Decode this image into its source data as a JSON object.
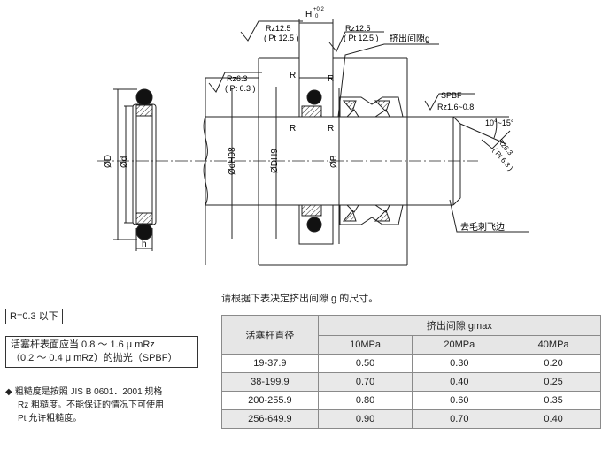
{
  "diagram": {
    "labels": {
      "phi_D": "ØD",
      "phi_d": "Ød",
      "phi_dH98": "ØdH98",
      "phi_DH9": "ØDH9",
      "phi_B": "ØB",
      "h": "h",
      "H": "H",
      "H_tol_upper": "+0.2",
      "H_tol_lower": "0",
      "rz125_a": "Rz12.5",
      "pt125_a": "( Pt 12.5 )",
      "rz125_b": "Rz12.5",
      "pt125_b": "( Pt 12.5 )",
      "rz63_left": "Rz6.3",
      "pt63_left": "( Pt 6.3 )",
      "rz63_right": "Rz6.3",
      "pt63_right": "( Pt 6.3 )",
      "r1": "R",
      "r2": "R",
      "r3": "R",
      "r4": "R",
      "extrusion_gap": "挤出间隙g",
      "spbf": "SPBF",
      "rz_range": "Rz1.6~0.8",
      "angle": "10°~15°",
      "deburr": "去毛刺飞边"
    }
  },
  "r_note": "R=0.3 以下",
  "surface_note": {
    "line1": "活塞杆表面应当 0.8 ～ 1.6 μ mRz",
    "line2": "（0.2 ～ 0.4 μ mRz）的抛光（SPBF）"
  },
  "footnote": {
    "bullet": "◆",
    "line1": "粗糙度是按照 JIS B 0601．2001 规格",
    "line2": "Rz 粗糙度。不能保证的情况下可使用",
    "line3": "Pt 允许粗糙度。"
  },
  "instruction": "请根据下表决定挤出间隙 g 的尺寸。",
  "table": {
    "col0_header": "活塞杆直径",
    "group_header": "挤出间隙 gmax",
    "pressures": [
      "10MPa",
      "20MPa",
      "40MPa"
    ],
    "rows": [
      {
        "dia": "19-37.9",
        "v": [
          "0.50",
          "0.30",
          "0.20"
        ]
      },
      {
        "dia": "38-199.9",
        "v": [
          "0.70",
          "0.40",
          "0.25"
        ]
      },
      {
        "dia": "200-255.9",
        "v": [
          "0.80",
          "0.60",
          "0.35"
        ]
      },
      {
        "dia": "256-649.9",
        "v": [
          "0.90",
          "0.70",
          "0.40"
        ]
      }
    ]
  }
}
